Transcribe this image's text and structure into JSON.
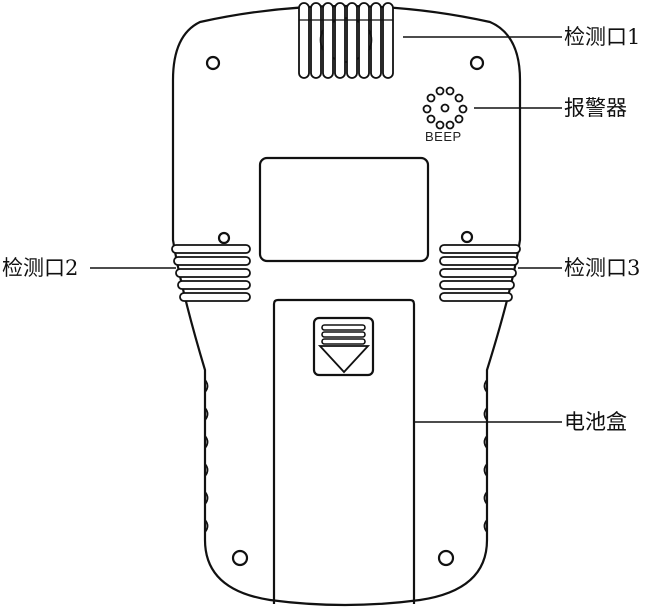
{
  "labels": {
    "port1": "检测口1",
    "alarm": "报警器",
    "port2": "检测口2",
    "port3": "检测口3",
    "battery": "电池盒"
  },
  "beep_text": "BEEP",
  "colors": {
    "stroke": "#111111",
    "background": "#ffffff"
  }
}
